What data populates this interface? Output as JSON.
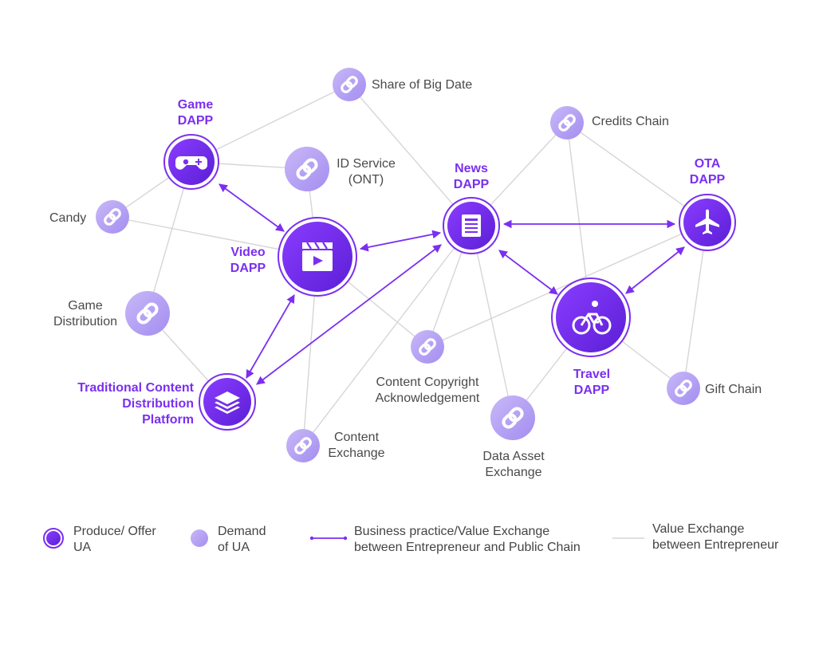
{
  "colors": {
    "primary": "#7b2ff0",
    "primary_dark": "#5a1ed0",
    "demand": "#b9a7f3",
    "thin_line": "#d3d3d3"
  },
  "nodes": {
    "game": {
      "label": "Game\nDAPP",
      "icon": "gamepad-icon"
    },
    "video": {
      "label": "Video\nDAPP",
      "icon": "clapperboard-icon"
    },
    "news": {
      "label": "News\nDAPP",
      "icon": "newspaper-icon"
    },
    "ota": {
      "label": "OTA\nDAPP",
      "icon": "airplane-icon"
    },
    "travel": {
      "label": "Travel\nDAPP",
      "icon": "cyclist-icon"
    },
    "tcdp": {
      "label": "Traditional Content\nDistribution\nPlatform",
      "icon": "layers-icon"
    },
    "share": {
      "label": "Share of Big Date",
      "icon": "link-icon"
    },
    "idservice": {
      "label": "ID Service\n(ONT)",
      "icon": "link-icon"
    },
    "candy": {
      "label": "Candy",
      "icon": "link-icon"
    },
    "gamedist": {
      "label": "Game\nDistribution",
      "icon": "link-icon"
    },
    "credits": {
      "label": "Credits Chain",
      "icon": "link-icon"
    },
    "copyright": {
      "label": "Content Copyright\nAcknowledgement",
      "icon": "link-icon"
    },
    "contentex": {
      "label": "Content\nExchange",
      "icon": "link-icon"
    },
    "dataasset": {
      "label": "Data Asset\nExchange",
      "icon": "link-icon"
    },
    "gift": {
      "label": "Gift Chain",
      "icon": "link-icon"
    }
  },
  "legend": {
    "produce": "Produce/ Offer\nUA",
    "demand": "Demand\nof UA",
    "business": "Business practice/Value Exchange\nbetween Entrepreneur and Public Chain",
    "value": "Value Exchange\nbetween Entrepreneur"
  }
}
